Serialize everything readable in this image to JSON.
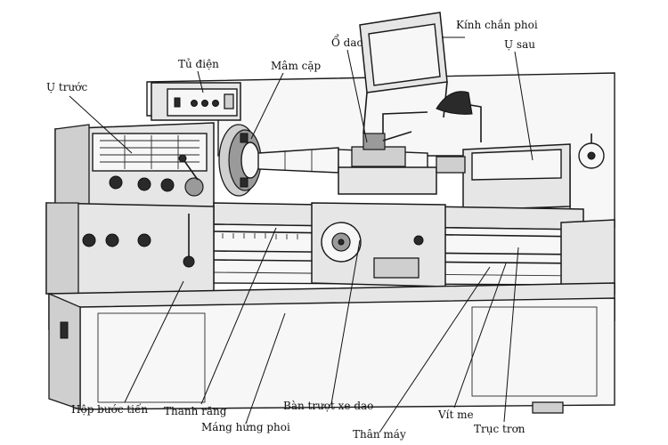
{
  "labels": {
    "kinh_chan_phoi": "Kính chắn phoi",
    "o_dao": "Ổ dao",
    "u_sau": "Ụ sau",
    "tu_dien": "Tủ điện",
    "mam_cap": "Mâm cặp",
    "u_truoc": "Ụ trước",
    "hop_buoc_tien": "Hộp bước tiến",
    "thanh_rang": "Thanh răng",
    "mang_hung_phoi": "Máng hứng phoi",
    "ban_truot_xe_dao": "Bàn trượt xe dao",
    "than_may": "Thân máy",
    "vit_me": "Vít me",
    "truc_tron": "Trục trơn"
  }
}
